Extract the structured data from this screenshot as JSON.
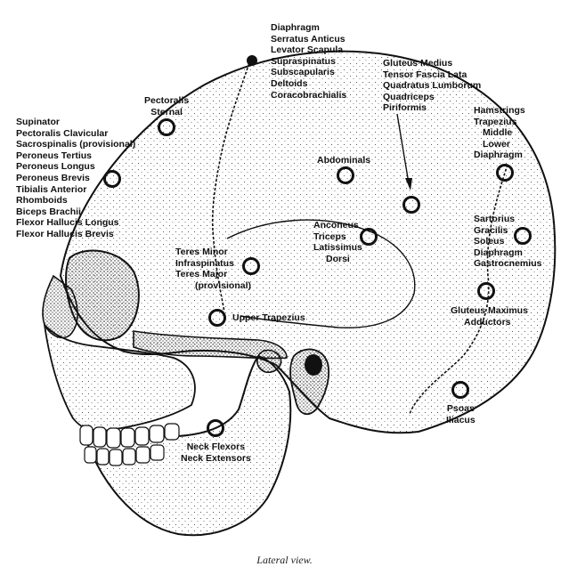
{
  "caption": "Lateral view.",
  "groups": {
    "top_center": [
      "Diaphragm",
      "Serratus Anticus",
      "Levator Scapula",
      "Supraspinatus",
      "Subscapularis",
      "Deltoids",
      "Coracobrachialis"
    ],
    "top_right": [
      "Gluteus Medius",
      "Tensor Fascia Lata",
      "Quadratus Lumborum",
      "Quadriceps",
      "Piriformis"
    ],
    "pectoralis": [
      "Pectoralis",
      "Sternal"
    ],
    "left": [
      "Supinator",
      "Pectoralis Clavicular",
      "Sacrospinalis (provisional)",
      "Peroneus Tertius",
      "Peroneus Longus",
      "Peroneus Brevis",
      "Tibialis Anterior",
      "Rhomboids",
      "Biceps Brachii",
      "Flexor Hallucis Longus",
      "Flexor Hallucis Brevis"
    ],
    "right_top": [
      "Hamstrings",
      "Trapezius",
      "Middle",
      "Lower",
      "Diaphragm"
    ],
    "abdominals": [
      "Abdominals"
    ],
    "anconeus": [
      "Anconeus",
      "Triceps",
      "Latissimus",
      "Dorsi"
    ],
    "teres": [
      "Teres Minor",
      "Infraspinatus",
      "Teres Major",
      "(provisional)"
    ],
    "upper_trap": [
      "Upper Trapezius"
    ],
    "sartorius": [
      "Sartorius",
      "Gracilis",
      "Soleus",
      "Diaphragm",
      "Gastrocnemius"
    ],
    "gluteus_max": [
      "Gluteus Maximus",
      "Adductors"
    ],
    "psoas": [
      "Psoas",
      "Iliacus"
    ],
    "neck": [
      "Neck Flexors",
      "Neck Extensors"
    ]
  }
}
